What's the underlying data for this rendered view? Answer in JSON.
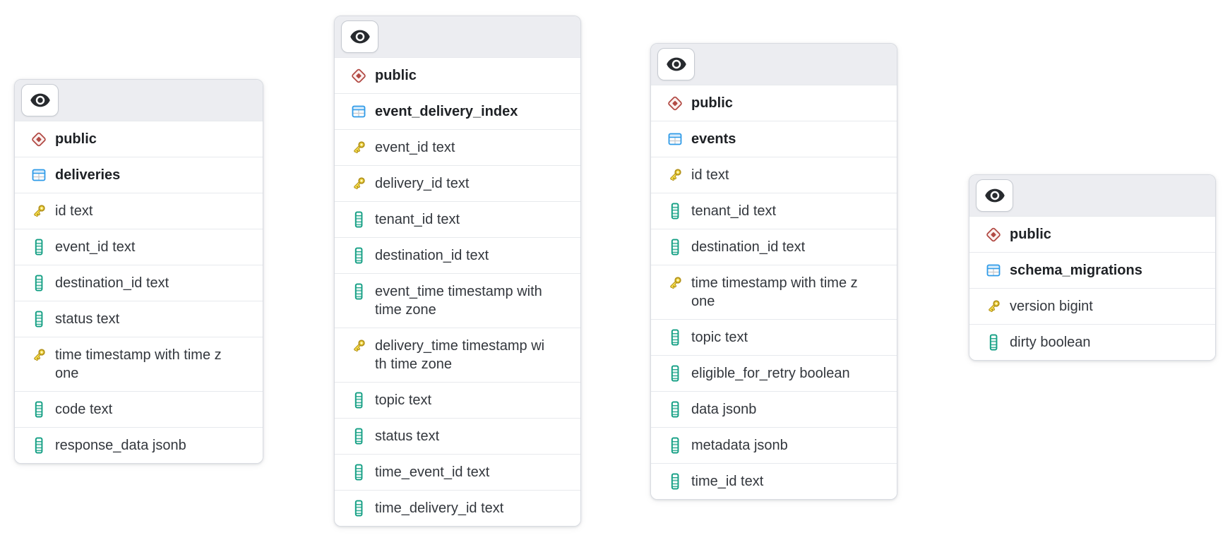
{
  "app": {
    "view": "database-schema-diagram"
  },
  "icons": {
    "header_toggle": "eye-icon",
    "schema": "diamond-icon",
    "table": "table-icon",
    "primary_key": "key-icon",
    "column": "column-icon"
  },
  "colors": {
    "schema_icon_red": "#b24a44",
    "table_icon_blue": "#2f9be8",
    "key_icon_gold": "#e5c433",
    "key_icon_outline": "#b3921b",
    "column_icon_teal": "#16a085",
    "header_bg": "#ecedf1",
    "card_border": "#d8dbe1",
    "row_divider": "#e7e9ed",
    "text_dark": "#1e2125",
    "text_regular": "#33373d",
    "eye_glyph": "#272a2e"
  },
  "cards": [
    {
      "schema": "public",
      "table": "deliveries",
      "columns": [
        {
          "name": "id",
          "type": "text",
          "primary_key": true
        },
        {
          "name": "event_id",
          "type": "text",
          "primary_key": false
        },
        {
          "name": "destination_id",
          "type": "text",
          "primary_key": false
        },
        {
          "name": "status",
          "type": "text",
          "primary_key": false
        },
        {
          "name": "time",
          "type": "timestamp with time zone",
          "primary_key": true
        },
        {
          "name": "code",
          "type": "text",
          "primary_key": false
        },
        {
          "name": "response_data",
          "type": "jsonb",
          "primary_key": false
        }
      ]
    },
    {
      "schema": "public",
      "table": "event_delivery_index",
      "columns": [
        {
          "name": "event_id",
          "type": "text",
          "primary_key": true
        },
        {
          "name": "delivery_id",
          "type": "text",
          "primary_key": true
        },
        {
          "name": "tenant_id",
          "type": "text",
          "primary_key": false
        },
        {
          "name": "destination_id",
          "type": "text",
          "primary_key": false
        },
        {
          "name": "event_time",
          "type": "timestamp with time zone",
          "primary_key": false
        },
        {
          "name": "delivery_time",
          "type": "timestamp with time zone",
          "primary_key": true
        },
        {
          "name": "topic",
          "type": "text",
          "primary_key": false
        },
        {
          "name": "status",
          "type": "text",
          "primary_key": false
        },
        {
          "name": "time_event_id",
          "type": "text",
          "primary_key": false
        },
        {
          "name": "time_delivery_id",
          "type": "text",
          "primary_key": false
        }
      ]
    },
    {
      "schema": "public",
      "table": "events",
      "columns": [
        {
          "name": "id",
          "type": "text",
          "primary_key": true
        },
        {
          "name": "tenant_id",
          "type": "text",
          "primary_key": false
        },
        {
          "name": "destination_id",
          "type": "text",
          "primary_key": false
        },
        {
          "name": "time",
          "type": "timestamp with time zone",
          "primary_key": true
        },
        {
          "name": "topic",
          "type": "text",
          "primary_key": false
        },
        {
          "name": "eligible_for_retry",
          "type": "boolean",
          "primary_key": false
        },
        {
          "name": "data",
          "type": "jsonb",
          "primary_key": false
        },
        {
          "name": "metadata",
          "type": "jsonb",
          "primary_key": false
        },
        {
          "name": "time_id",
          "type": "text",
          "primary_key": false
        }
      ]
    },
    {
      "schema": "public",
      "table": "schema_migrations",
      "columns": [
        {
          "name": "version",
          "type": "bigint",
          "primary_key": true
        },
        {
          "name": "dirty",
          "type": "boolean",
          "primary_key": false
        }
      ]
    }
  ]
}
